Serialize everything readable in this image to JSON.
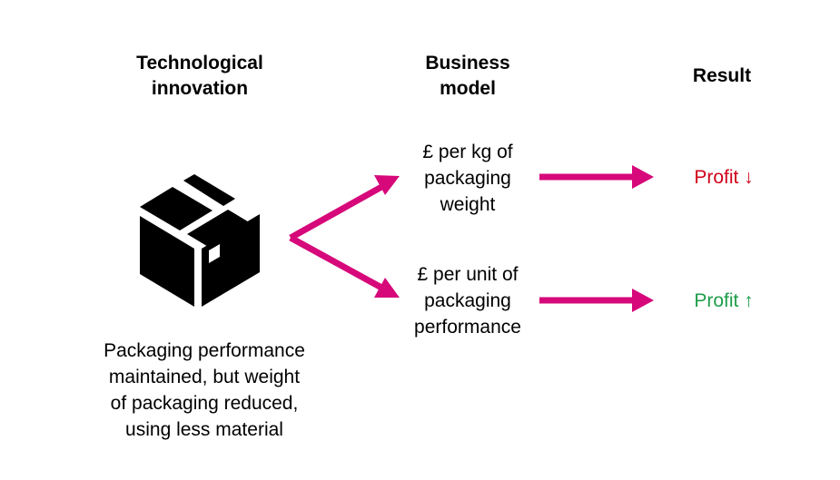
{
  "headings": {
    "technological_innovation": [
      "Technological",
      "innovation"
    ],
    "business_model": [
      "Business",
      "model"
    ],
    "result": "Result"
  },
  "business_models": [
    {
      "lines": [
        "£ per kg of",
        "packaging",
        "weight"
      ]
    },
    {
      "lines": [
        "£ per unit of",
        "packaging",
        "performance"
      ]
    }
  ],
  "results": [
    {
      "text": "Profit ↓",
      "color": "#d0021b"
    },
    {
      "text": "Profit ↑",
      "color": "#1e9e4a"
    }
  ],
  "caption": [
    "Packaging performance",
    "maintained, but weight",
    "of packaging reduced,",
    "using less material"
  ],
  "icon": "package-box-icon",
  "colors": {
    "arrow": "#d6087a",
    "text": "#000000"
  }
}
